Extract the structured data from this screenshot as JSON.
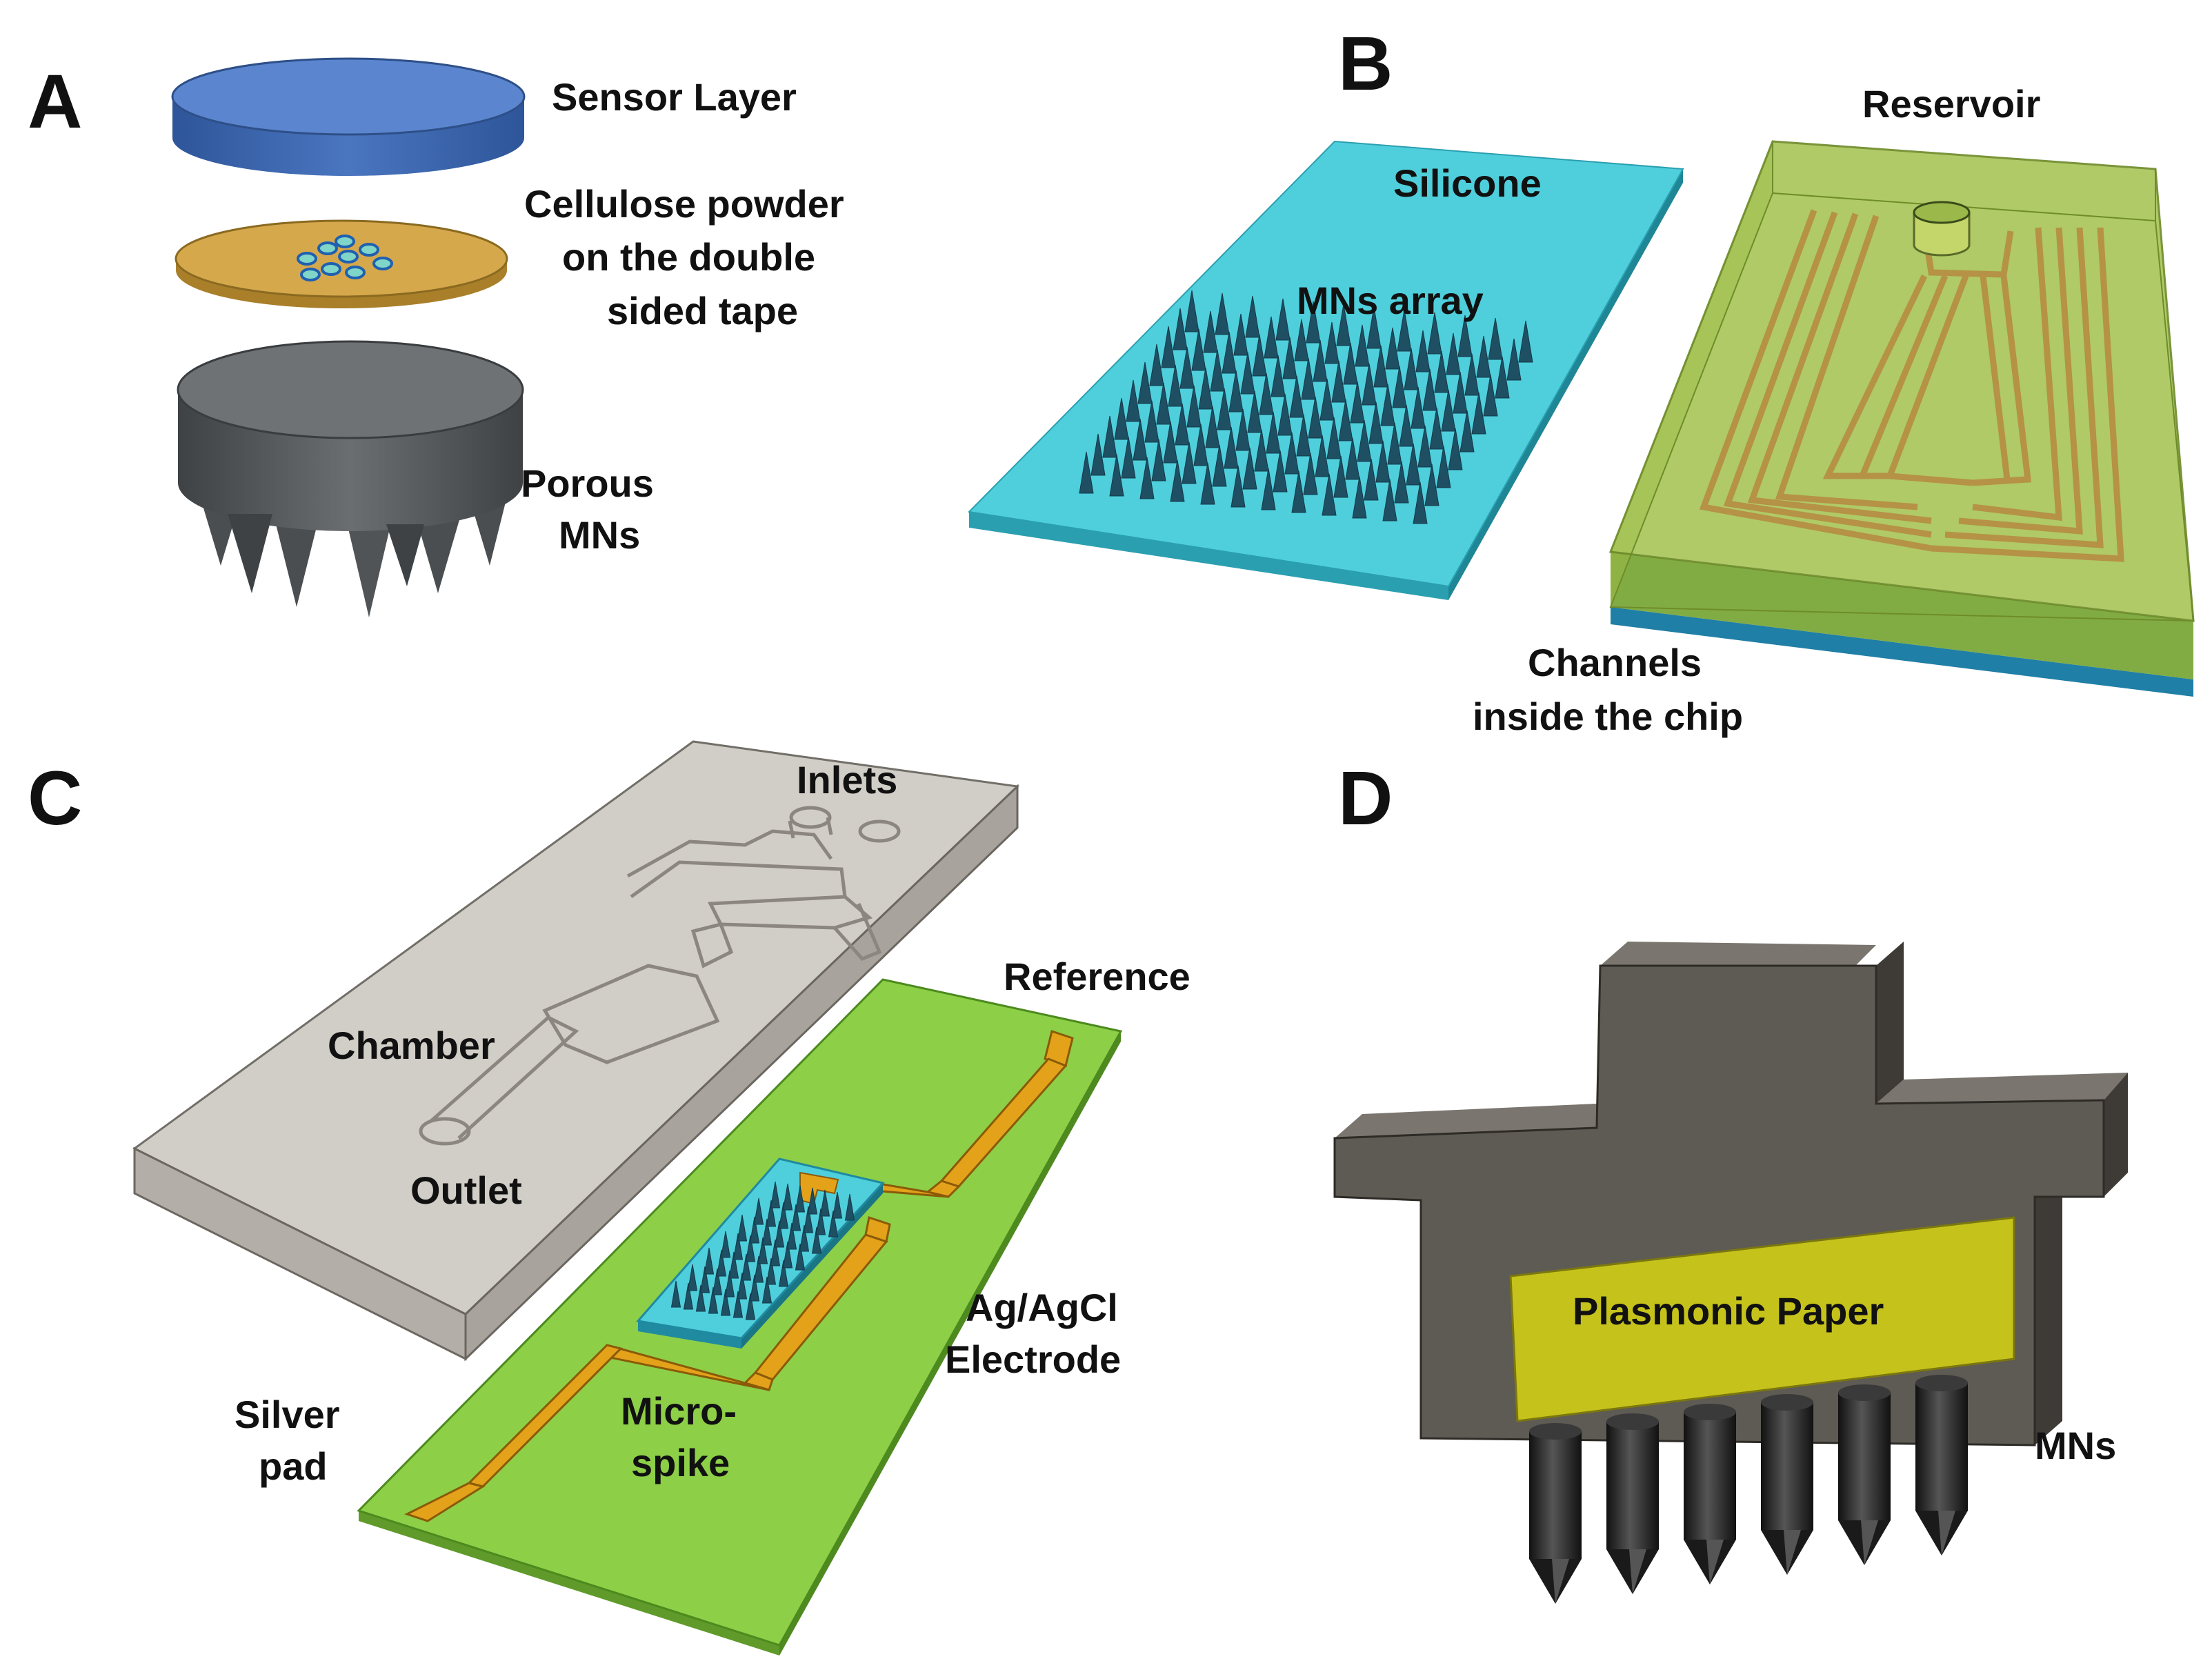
{
  "panels": {
    "a": {
      "letter": "A",
      "sensor_layer": "Sensor Layer",
      "cellulose_line1": "Cellulose powder",
      "cellulose_line2": "on the double",
      "cellulose_line3": "sided tape",
      "porous_line1": "Porous",
      "porous_line2": "MNs"
    },
    "b": {
      "letter": "B",
      "silicone": "Silicone",
      "mns_array": "MNs array",
      "reservoir": "Reservoir",
      "channels_line1": "Channels",
      "channels_line2": "inside the chip"
    },
    "c": {
      "letter": "C",
      "inlets": "Inlets",
      "chamber": "Chamber",
      "outlet": "Outlet",
      "reference": "Reference",
      "electrode_line1": "Ag/AgCl",
      "electrode_line2": "Electrode",
      "silver_line1": "Silver",
      "silver_line2": "pad",
      "microspike_line1": "Micro-",
      "microspike_line2": "spike"
    },
    "d": {
      "letter": "D",
      "plasmonic_paper": "Plasmonic Paper",
      "mns": "MNs"
    }
  },
  "colors": {
    "sensor_layer": "#4a76c0",
    "tape": "#d6a84c",
    "porous_mn": "#5a5e60",
    "silicone": "#4fcfdc",
    "mn_cone": "#1f4f63",
    "chip_green": "#9ab94a",
    "chip_base": "#2b8bb0",
    "glass": "#c9c6c1",
    "pcb_green": "#8dcf47",
    "trace_orange": "#e3a21a",
    "holder_gray": "#5e5a54",
    "paper_yellow": "#c5c21c",
    "needle_black": "#2a2a2a"
  }
}
